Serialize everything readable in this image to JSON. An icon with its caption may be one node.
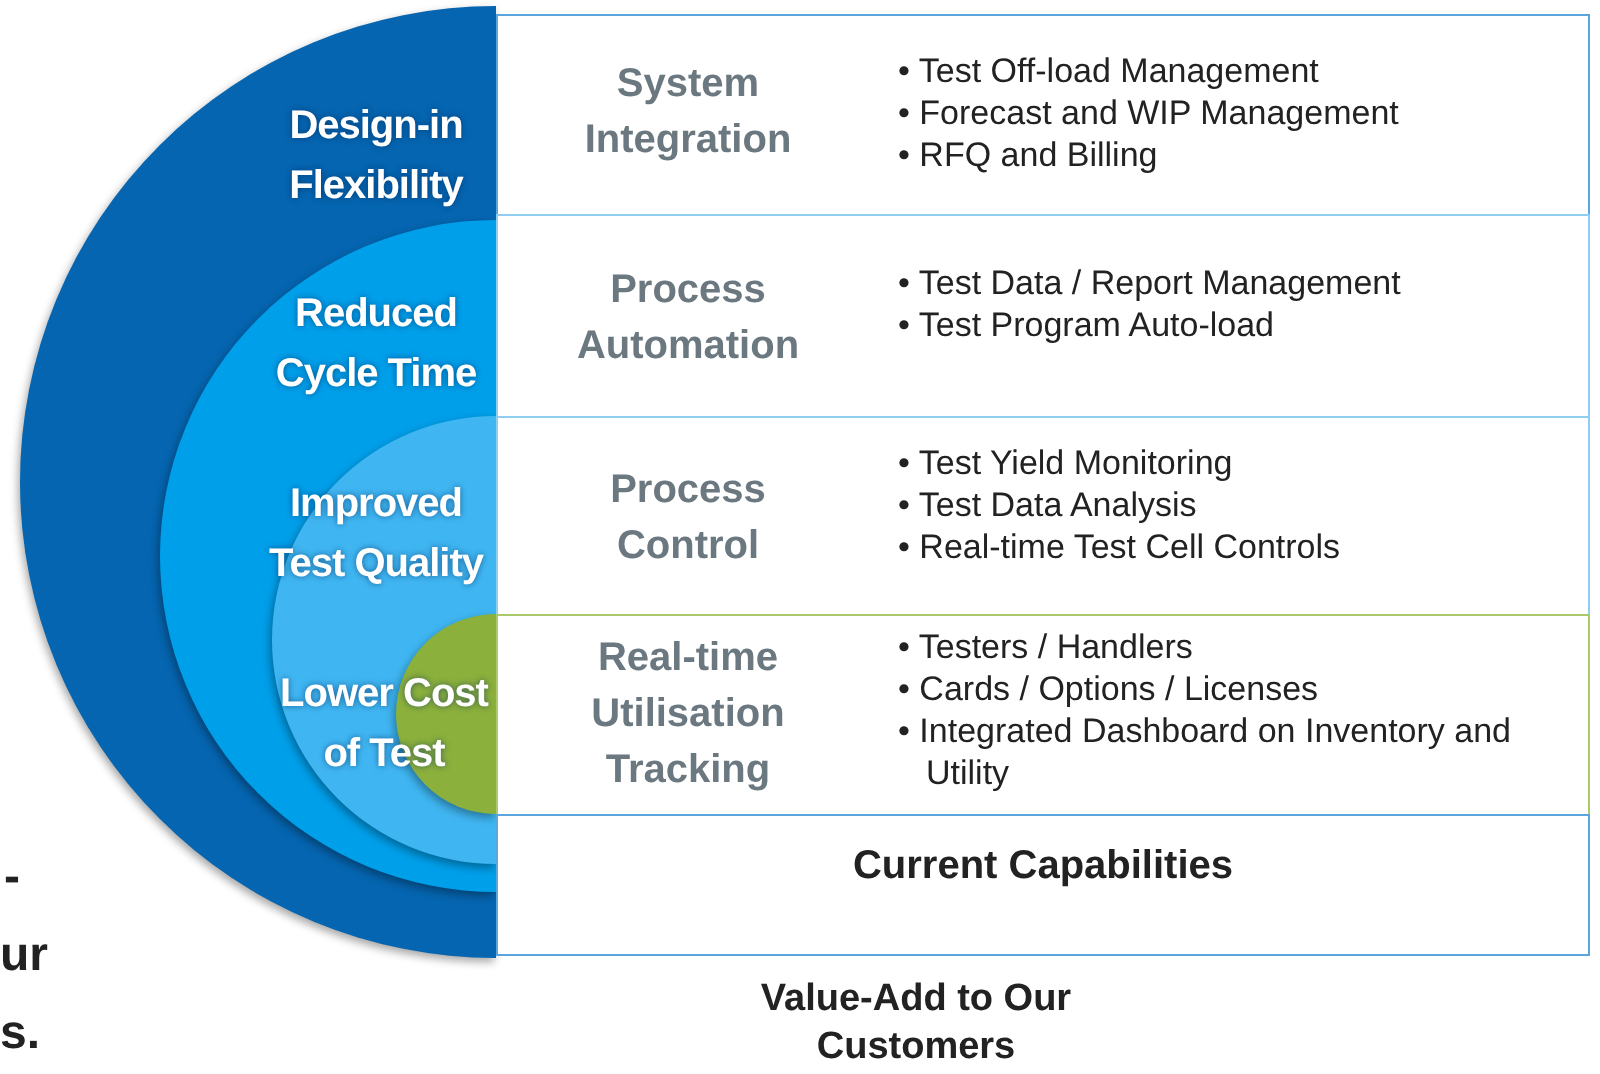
{
  "diagram": {
    "nodes": [
      {
        "text": [
          "Design-in Flexibility"
        ]
      },
      {
        "text": [
          "Reduced Cycle Time"
        ],
        "in": 0
      },
      {
        "text": [
          "Improved Test Quality"
        ],
        "in": 1
      },
      {
        "text": [
          "Lower Cost of Test"
        ],
        "in": 2
      },
      {
        "text": [
          "System Integration",
          "• Test Off-load Management",
          "• Forecast and WIP Management",
          "• RFQ and Billing"
        ]
      },
      {
        "text": [
          "Process Automation",
          "• Test Data / Report Management",
          "• Test Program Auto-load"
        ]
      },
      {
        "text": [
          "Process Control",
          "• Test Yield Monitoring",
          "• Test Data Analysis",
          "• Real-time Test Cell Controls"
        ]
      },
      {
        "text": [
          "Real-time Utilisation Tracking",
          "• Testers / Handlers",
          "• Cards / Options / Licenses",
          "• Integrated Dashboard on Inventory and Utility"
        ]
      },
      {
        "text": [
          "Current Capabilities"
        ]
      }
    ],
    "edges": [],
    "labels": [
      "-",
      "ur",
      "s.",
      "Value-Add to Our Customers"
    ]
  }
}
